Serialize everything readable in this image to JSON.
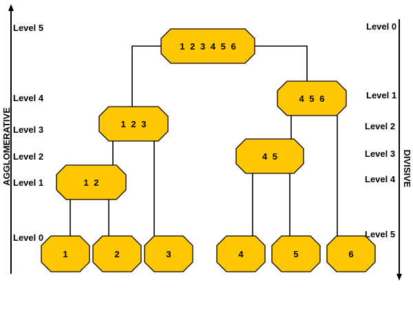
{
  "left_axis": {
    "label": "AGGLOMERATIVE",
    "levels": [
      "Level 5",
      "Level 4",
      "Level 3",
      "Level 2",
      "Level 1",
      "Level 0"
    ]
  },
  "right_axis": {
    "label": "DIVISIVE",
    "levels": [
      "Level 0",
      "Level 1",
      "Level 2",
      "Level 3",
      "Level 4",
      "Level 5"
    ]
  },
  "nodes": [
    {
      "id": "n123456",
      "label": "1 2 3 4 5 6"
    },
    {
      "id": "n456",
      "label": "4 5 6"
    },
    {
      "id": "n123",
      "label": "1 2 3"
    },
    {
      "id": "n45",
      "label": "4 5"
    },
    {
      "id": "n12",
      "label": "1 2"
    },
    {
      "id": "n1",
      "label": "1"
    },
    {
      "id": "n2",
      "label": "2"
    },
    {
      "id": "n3",
      "label": "3"
    },
    {
      "id": "n4",
      "label": "4"
    },
    {
      "id": "n5",
      "label": "5"
    },
    {
      "id": "n6",
      "label": "6"
    }
  ],
  "colors": {
    "node_fill": "#FFC700",
    "node_stroke": "#000000",
    "line": "#000000"
  }
}
